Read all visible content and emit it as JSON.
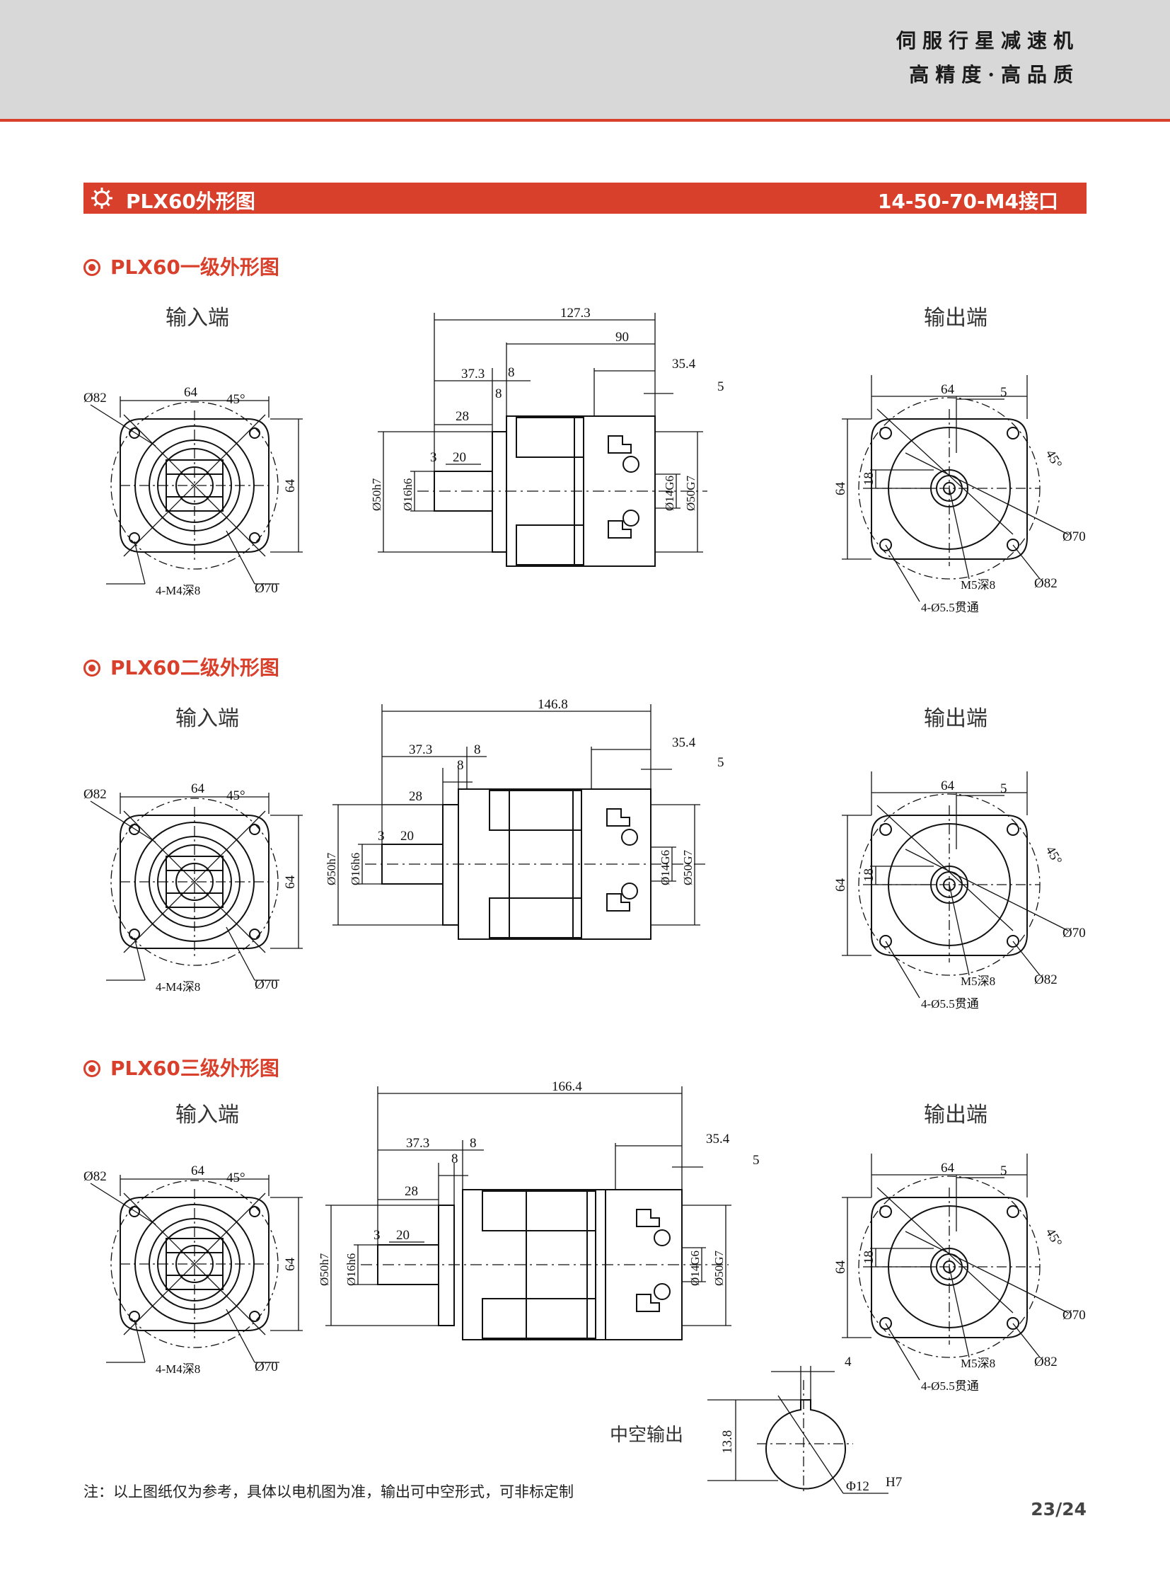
{
  "header": {
    "tagline_line1": "伺服行星减速机",
    "tagline_line2": "高精度·高品质"
  },
  "title_bar": {
    "title": "PLX60外形图",
    "interface": "14-50-70-M4接口",
    "icon": "gear-icon"
  },
  "labels": {
    "input_end": "输入端",
    "output_end": "输出端"
  },
  "common_dims": {
    "flange": "64",
    "d82": "Ø82",
    "d70": "Ø70",
    "angle": "45°",
    "m4": "4-M4深8",
    "m5": "M5深8",
    "holes": "4-Ø5.5贯通",
    "key5": "5",
    "key18": "18",
    "shaft37": "37.3",
    "d8": "8",
    "d28": "28",
    "d3": "3",
    "d20": "20",
    "d35": "35.4",
    "d50h7": "Ø50h7",
    "d16h6": "Ø16h6",
    "d14g6": "Ø14G6",
    "d50g7": "Ø50G7"
  },
  "sections": [
    {
      "heading": "PLX60一级外形图",
      "total_length": "127.3",
      "body_length": "90"
    },
    {
      "heading": "PLX60二级外形图",
      "total_length": "146.8"
    },
    {
      "heading": "PLX60三级外形图",
      "total_length": "166.4"
    }
  ],
  "hollow": {
    "label": "中空输出",
    "key_width": "4",
    "key_height": "13.8",
    "bore": "Φ12",
    "tol": "H7"
  },
  "footnote": "注：以上图纸仅为参考，具体以电机图为准，输出可中空形式，可非标定制",
  "page_number": "23/24",
  "colors": {
    "accent": "#d9402b",
    "band": "#d8d8d8"
  }
}
